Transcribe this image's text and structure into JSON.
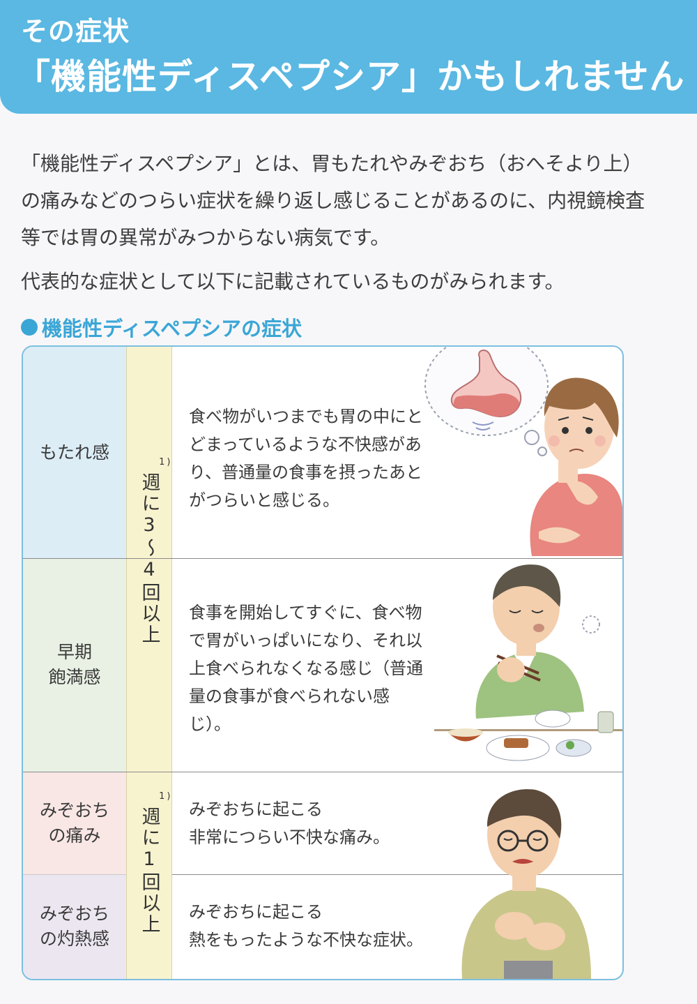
{
  "header": {
    "subtitle": "その症状",
    "title": "「機能性ディスペプシア」かもしれません"
  },
  "intro": {
    "paragraph1": "「機能性ディスペプシア」とは、胃もたれやみぞおち（おへそより上）の痛みなどのつらい症状を繰り返し感じることがあるのに、内視鏡検査等では胃の異常がみつからない病気です。",
    "paragraph2": "代表的な症状として以下に記載されているものがみられます。"
  },
  "section": {
    "title": "機能性ディスペプシアの症状"
  },
  "table": {
    "rows": [
      {
        "symptom": "もたれ感",
        "description": "食べ物がいつまでも胃の中にとどまっているような不快感があり、普通量の食事を摂ったあとがつらいと感じる。"
      },
      {
        "symptom": "早期\n飽満感",
        "description": "食事を開始してすぐに、食べ物で胃がいっぱいになり、それ以上食べられなくなる感じ（普通量の食事が食べられない感じ）。"
      },
      {
        "symptom": "みぞおち\nの痛み",
        "description": "みぞおちに起こる\n非常につらい不快な痛み。"
      },
      {
        "symptom": "みぞおち\nの灼熱感",
        "description": "みぞおちに起こる\n熱をもったような不快な症状。"
      }
    ],
    "frequency": [
      {
        "text": "週に3〜4回以上",
        "note": "1)"
      },
      {
        "text": "週に1回以上",
        "note": "1)"
      }
    ]
  },
  "illustrations": [
    {
      "icon": "bloated-stomach-woman-illustration"
    },
    {
      "icon": "full-man-eating-illustration"
    },
    {
      "icon": "pained-man-holding-stomach-illustration"
    }
  ]
}
